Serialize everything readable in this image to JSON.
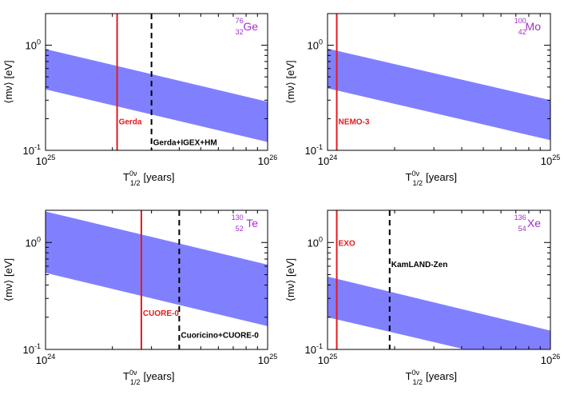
{
  "chart_data": [
    {
      "type": "area",
      "isotope": {
        "mass": "76",
        "charge": "32",
        "symbol": "Ge"
      },
      "xlim": [
        1e+25,
        1e+26
      ],
      "ylim": [
        0.1,
        2
      ],
      "x_ticks": [
        {
          "base": "10",
          "exp": "25",
          "value": 1e+25
        },
        {
          "base": "10",
          "exp": "26",
          "value": 1e+26
        }
      ],
      "y_ticks": [
        {
          "label": "10",
          "exp": "0",
          "value": 1
        },
        {
          "label": "10",
          "exp": "-1",
          "value": 0.1
        }
      ],
      "xlabel": {
        "main": "T",
        "sup": "0ν",
        "sub": "1/2",
        "unit": "[years]"
      },
      "ylabel": "⟨mν⟩ [eV]",
      "band": {
        "x": [
          1e+25,
          1e+26
        ],
        "upper": [
          0.92,
          0.29
        ],
        "lower": [
          0.38,
          0.12
        ]
      },
      "limits": [
        {
          "name": "Gerda",
          "x": 2.1e+25,
          "style": "solid",
          "color": "#e41a1c",
          "label_y": 0.19
        },
        {
          "name": "Gerda+IGEX+HM",
          "x": 3e+25,
          "style": "dashed",
          "color": "#000000",
          "label_y": 0.12
        }
      ]
    },
    {
      "type": "area",
      "isotope": {
        "mass": "100",
        "charge": "42",
        "symbol": "Mo"
      },
      "xlim": [
        1e+24,
        1e+25
      ],
      "ylim": [
        0.1,
        2
      ],
      "x_ticks": [
        {
          "base": "10",
          "exp": "24",
          "value": 1e+24
        },
        {
          "base": "10",
          "exp": "25",
          "value": 1e+25
        }
      ],
      "y_ticks": [
        {
          "label": "10",
          "exp": "0",
          "value": 1
        },
        {
          "label": "10",
          "exp": "-1",
          "value": 0.1
        }
      ],
      "xlabel": {
        "main": "T",
        "sup": "0ν",
        "sub": "1/2",
        "unit": "[years]"
      },
      "ylabel": "⟨mν⟩ [eV]",
      "band": {
        "x": [
          1e+24,
          1e+25
        ],
        "upper": [
          0.93,
          0.3
        ],
        "lower": [
          0.39,
          0.125
        ]
      },
      "limits": [
        {
          "name": "NEMO-3",
          "x": 1.1e+24,
          "style": "solid",
          "color": "#e41a1c",
          "label_y": 0.19
        }
      ]
    },
    {
      "type": "area",
      "isotope": {
        "mass": "130",
        "charge": "52",
        "symbol": "Te"
      },
      "xlim": [
        1e+24,
        1e+25
      ],
      "ylim": [
        0.1,
        2
      ],
      "x_ticks": [
        {
          "base": "10",
          "exp": "24",
          "value": 1e+24
        },
        {
          "base": "10",
          "exp": "25",
          "value": 1e+25
        }
      ],
      "y_ticks": [
        {
          "label": "10",
          "exp": "0",
          "value": 1
        },
        {
          "label": "10",
          "exp": "-1",
          "value": 0.1
        }
      ],
      "xlabel": {
        "main": "T",
        "sup": "0ν",
        "sub": "1/2",
        "unit": "[years]"
      },
      "ylabel": "⟨mν⟩ [eV]",
      "band": {
        "x": [
          1e+24,
          1e+25
        ],
        "upper": [
          1.95,
          0.62
        ],
        "lower": [
          0.52,
          0.165
        ]
      },
      "limits": [
        {
          "name": "CUORE-0",
          "x": 2.7e+24,
          "style": "solid",
          "color": "#e41a1c",
          "label_y": 0.22
        },
        {
          "name": "Cuoricino+CUORE-0",
          "x": 4e+24,
          "style": "dashed",
          "color": "#000000",
          "label_y": 0.138
        }
      ]
    },
    {
      "type": "area",
      "isotope": {
        "mass": "136",
        "charge": "54",
        "symbol": "Xe"
      },
      "xlim": [
        1e+25,
        1e+26
      ],
      "ylim": [
        0.1,
        2
      ],
      "x_ticks": [
        {
          "base": "10",
          "exp": "25",
          "value": 1e+25
        },
        {
          "base": "10",
          "exp": "26",
          "value": 1e+26
        }
      ],
      "y_ticks": [
        {
          "label": "10",
          "exp": "0",
          "value": 1
        },
        {
          "label": "10",
          "exp": "-1",
          "value": 0.1
        }
      ],
      "xlabel": {
        "main": "T",
        "sup": "0ν",
        "sub": "1/2",
        "unit": "[years]"
      },
      "ylabel": "⟨mν⟩ [eV]",
      "band": {
        "x": [
          1e+25,
          1e+26
        ],
        "upper": [
          0.48,
          0.15
        ],
        "lower": [
          0.2,
          0.065
        ]
      },
      "limits": [
        {
          "name": "EXO",
          "x": 1.1e+25,
          "style": "solid",
          "color": "#e41a1c",
          "label_y": 1.0
        },
        {
          "name": "KamLAND-Zen",
          "x": 1.9e+25,
          "style": "dashed",
          "color": "#000000",
          "label_y": 0.63
        }
      ]
    }
  ]
}
